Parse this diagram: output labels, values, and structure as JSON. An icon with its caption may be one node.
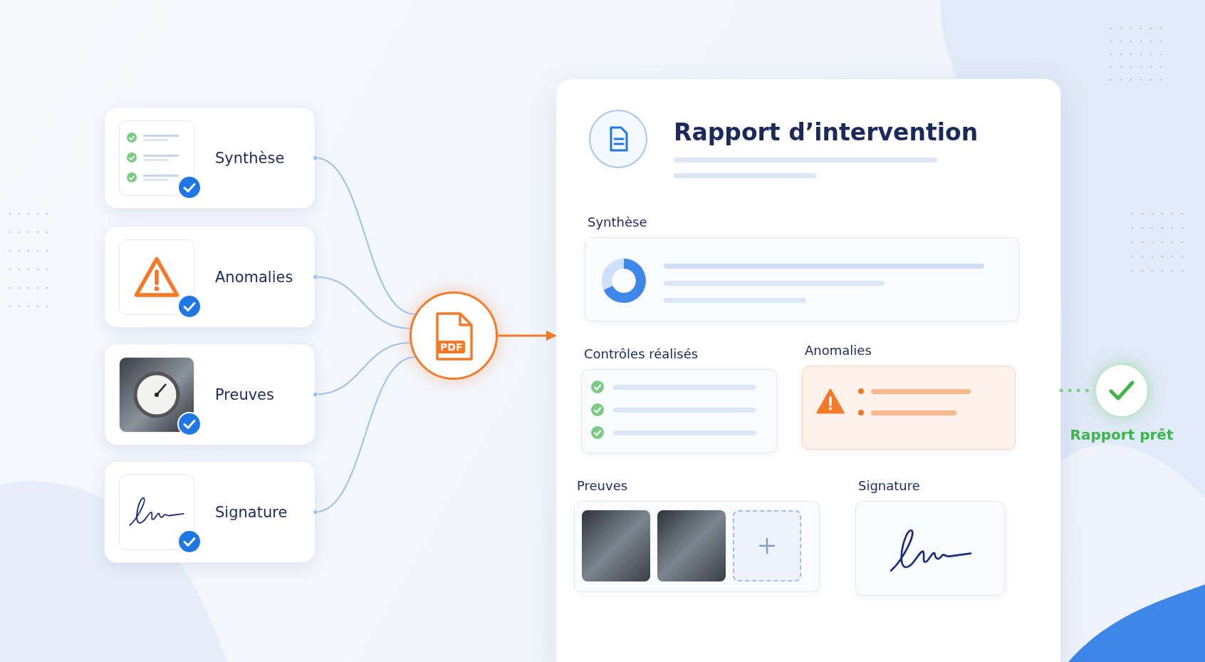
{
  "diagram": {
    "nodes": [
      {
        "text": [
          "Synthèse"
        ]
      },
      {
        "text": [
          "Anomalies"
        ]
      },
      {
        "text": [
          "Preuves"
        ]
      },
      {
        "text": [
          "Signature"
        ]
      },
      {
        "text": [
          "PDF"
        ]
      },
      {
        "text": [
          "Rapport d’intervention"
        ]
      },
      {
        "text": [
          "Synthèse"
        ],
        "in": 5
      },
      {
        "text": [
          "Contrôles réalisés"
        ],
        "in": 5
      },
      {
        "text": [
          "Anomalies"
        ],
        "in": 5
      },
      {
        "text": [
          "Preuves"
        ],
        "in": 5
      },
      {
        "text": [
          "Signature"
        ],
        "in": 5
      },
      {
        "text": [
          "Rapport prêt"
        ]
      }
    ],
    "edges": [
      {
        "from": 0,
        "to": 4,
        "arrow": "other"
      },
      {
        "from": 1,
        "to": 4,
        "arrow": "other"
      },
      {
        "from": 2,
        "to": 4,
        "arrow": "other"
      },
      {
        "from": 3,
        "to": 4,
        "arrow": "other"
      },
      {
        "from": 4,
        "to": 5,
        "arrow": "to",
        "color": "#f47a2a"
      },
      {
        "from": 5,
        "to": 11,
        "arrow": "none",
        "style": "dashed",
        "color": "#7fcf86"
      }
    ]
  }
}
